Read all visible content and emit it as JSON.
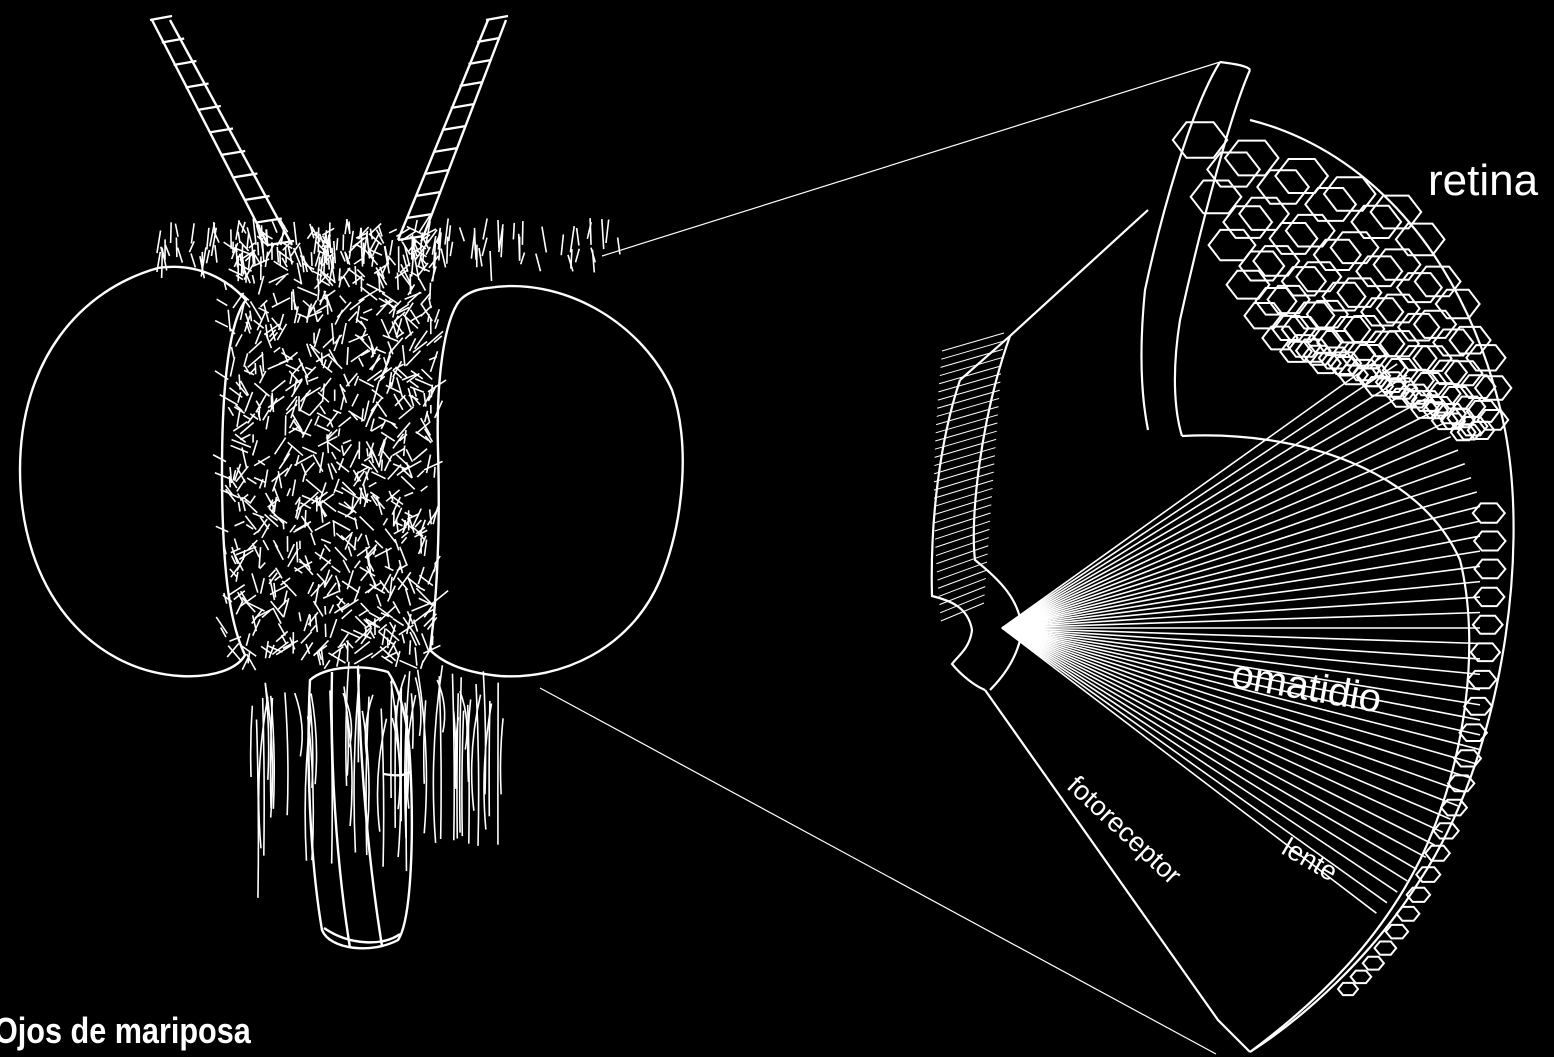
{
  "title": "Ojos de mariposa",
  "labels": {
    "retina": "retina",
    "omatidio": "omatidio",
    "fotoreceptor": "fotoreceptor",
    "lente": "lente"
  },
  "colors": {
    "background": "#000000",
    "line": "#ffffff"
  }
}
